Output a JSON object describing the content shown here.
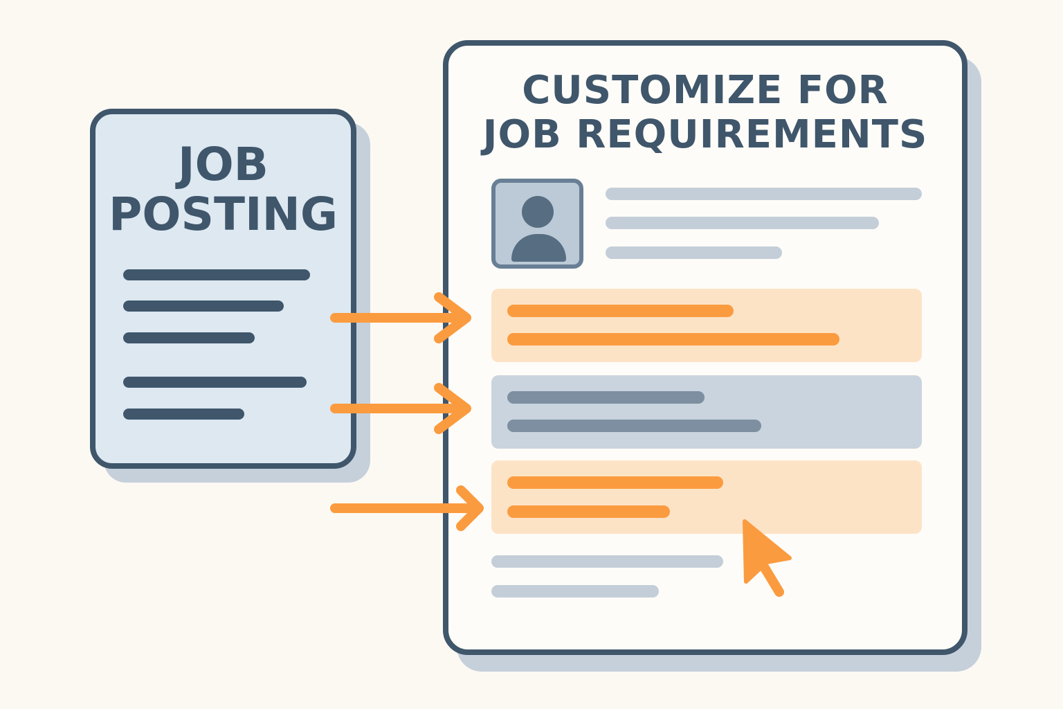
{
  "job_posting": {
    "title_line1": "JOB",
    "title_line2": "POSTING"
  },
  "resume": {
    "title_line1": "CUSTOMIZE FOR",
    "title_line2": "JOB REQUIREMENTS"
  },
  "colors": {
    "background": "#fcf9f3",
    "dark": "#3f566b",
    "accent": "#fb9b3f",
    "accent_light": "#fde3c6",
    "muted": "#c4ced8"
  },
  "icons": [
    "avatar-icon",
    "arrow-right-icon",
    "cursor-pointer-icon"
  ]
}
